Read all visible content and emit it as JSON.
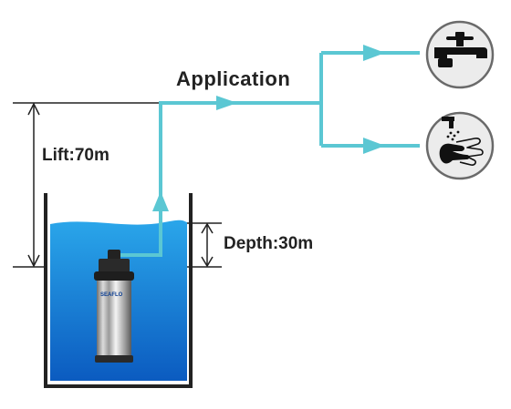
{
  "labels": {
    "application": "Application",
    "lift": "Lift:70m",
    "depth": "Depth:30m",
    "pump_brand": "SEAFLO"
  },
  "icons": {
    "outlet_1": "faucet-icon",
    "outlet_2": "hand-washing-icon"
  },
  "colors": {
    "pipe": "#5bc7d3",
    "water_top": "#2aa0e6",
    "water_bottom": "#0e5fc2",
    "tank_wall": "#222222",
    "dimension_line": "#222222",
    "icon_circle_fill": "#ececec",
    "icon_circle_stroke": "#6a6a6a"
  }
}
